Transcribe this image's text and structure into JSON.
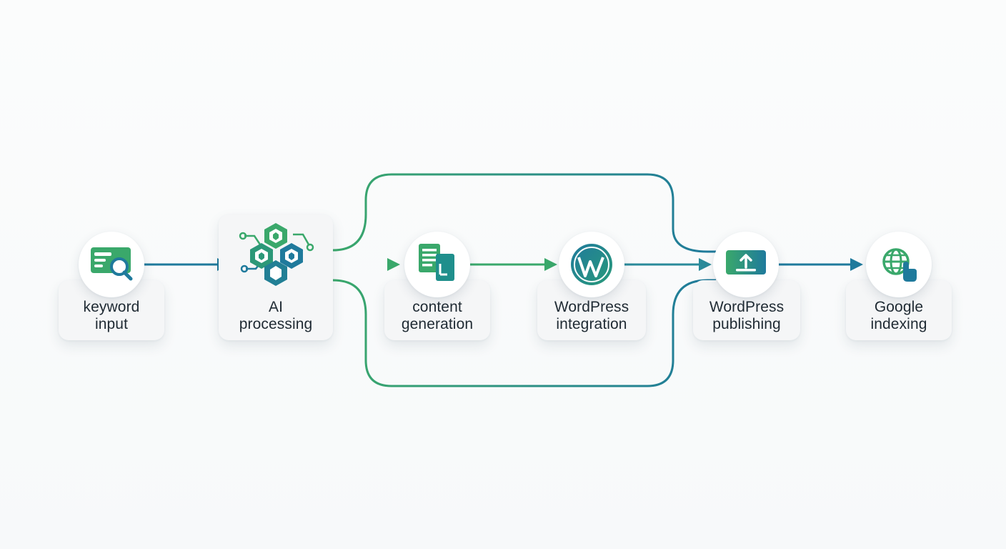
{
  "colors": {
    "green": "#3aa86b",
    "teal": "#1f7a9c",
    "text": "#1f2a33"
  },
  "nodes": [
    {
      "icon": "keyword-search-icon",
      "line1": "keyword",
      "line2": "input"
    },
    {
      "icon": "ai-hexagon-network-icon",
      "line1": "AI",
      "line2": "processing"
    },
    {
      "icon": "documents-icon",
      "line1": "content",
      "line2": "generation"
    },
    {
      "icon": "wordpress-logo-icon",
      "line1": "WordPress",
      "line2": "integration"
    },
    {
      "icon": "upload-icon",
      "line1": "WordPress",
      "line2": "publishing"
    },
    {
      "icon": "globe-pointer-icon",
      "line1": "Google",
      "line2": "indexing"
    }
  ]
}
